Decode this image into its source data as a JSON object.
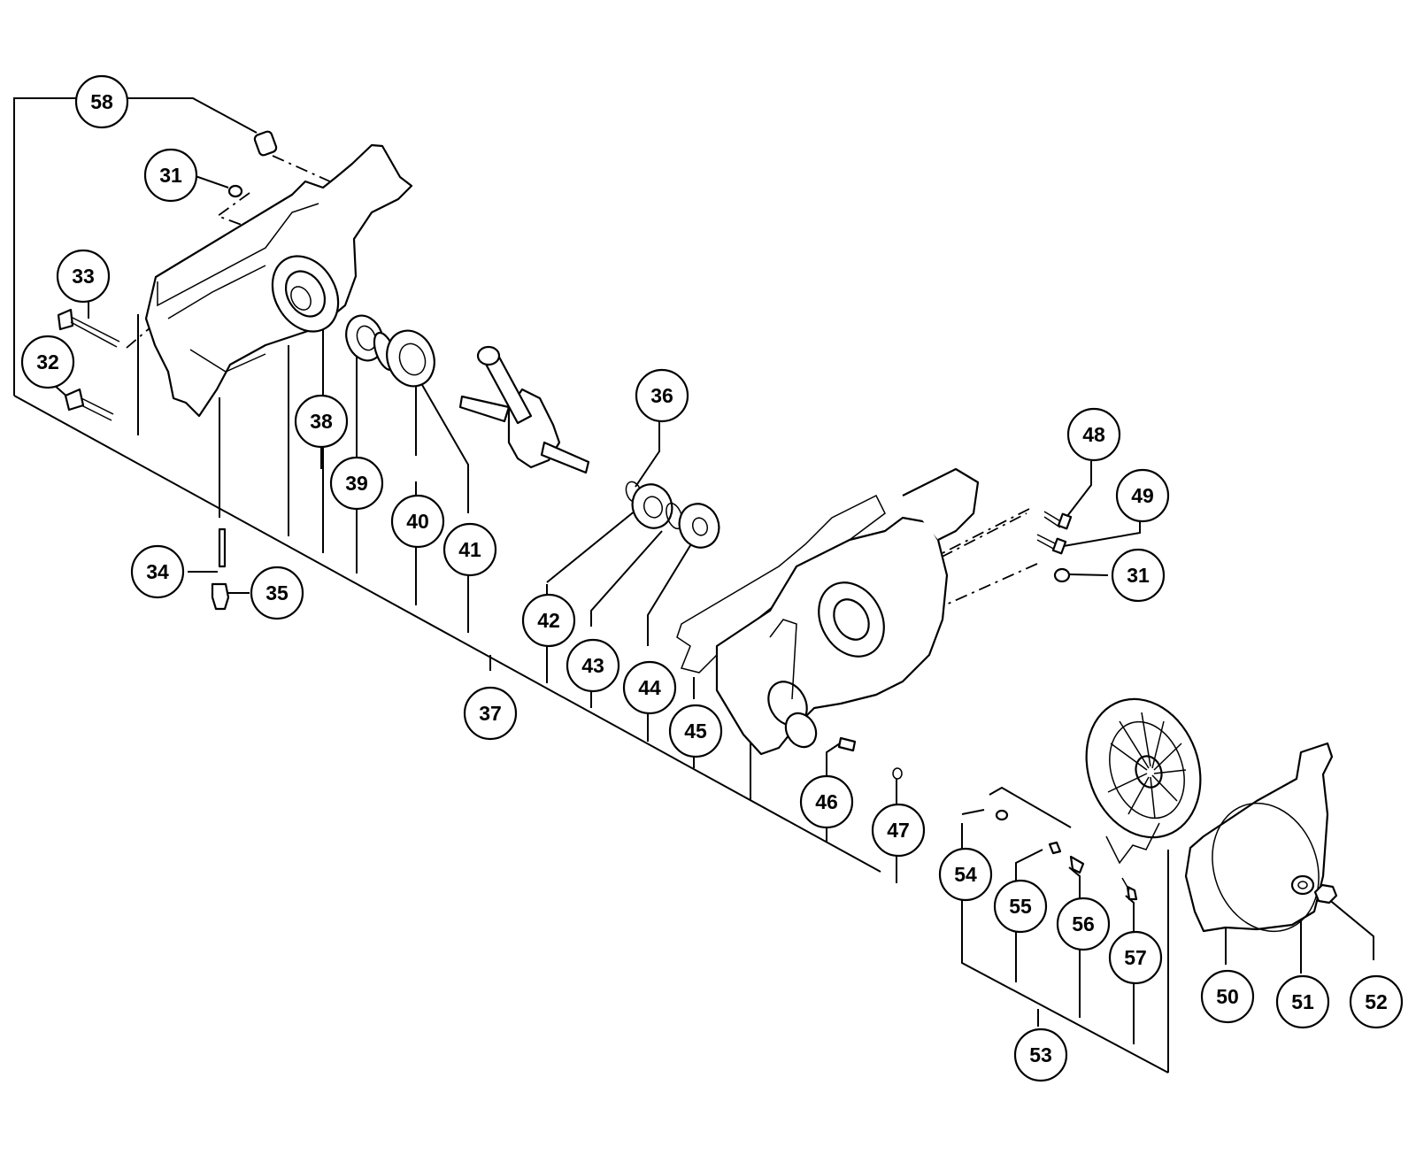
{
  "callouts": [
    {
      "id": "c58",
      "label": "58"
    },
    {
      "id": "c31a",
      "label": "31"
    },
    {
      "id": "c33",
      "label": "33"
    },
    {
      "id": "c32",
      "label": "32"
    },
    {
      "id": "c38",
      "label": "38"
    },
    {
      "id": "c39",
      "label": "39"
    },
    {
      "id": "c40",
      "label": "40"
    },
    {
      "id": "c41",
      "label": "41"
    },
    {
      "id": "c34",
      "label": "34"
    },
    {
      "id": "c35",
      "label": "35"
    },
    {
      "id": "c36",
      "label": "36"
    },
    {
      "id": "c37",
      "label": "37"
    },
    {
      "id": "c42",
      "label": "42"
    },
    {
      "id": "c43",
      "label": "43"
    },
    {
      "id": "c44",
      "label": "44"
    },
    {
      "id": "c45",
      "label": "45"
    },
    {
      "id": "c48",
      "label": "48"
    },
    {
      "id": "c49",
      "label": "49"
    },
    {
      "id": "c31b",
      "label": "31"
    },
    {
      "id": "c46",
      "label": "46"
    },
    {
      "id": "c47",
      "label": "47"
    },
    {
      "id": "c54",
      "label": "54"
    },
    {
      "id": "c55",
      "label": "55"
    },
    {
      "id": "c56",
      "label": "56"
    },
    {
      "id": "c57",
      "label": "57"
    },
    {
      "id": "c50",
      "label": "50"
    },
    {
      "id": "c51",
      "label": "51"
    },
    {
      "id": "c52",
      "label": "52"
    },
    {
      "id": "c53",
      "label": "53"
    }
  ]
}
